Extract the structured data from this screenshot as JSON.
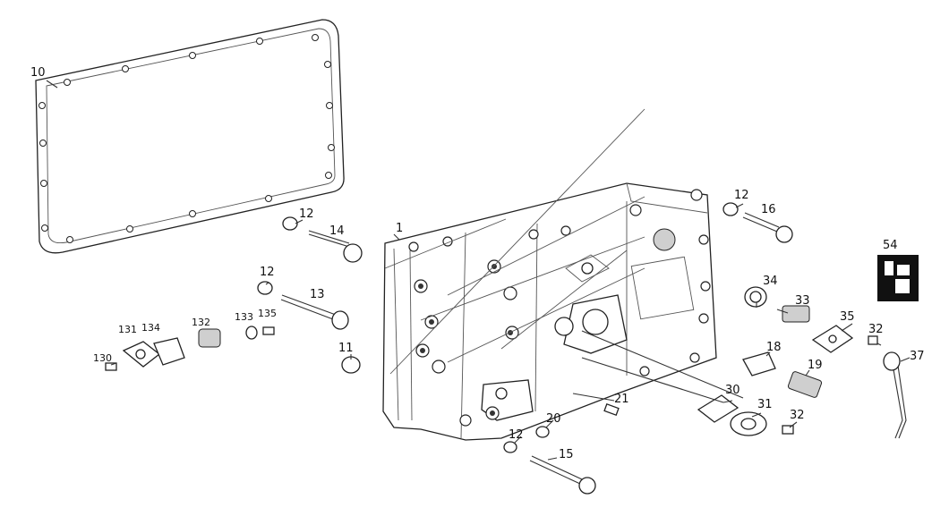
{
  "callouts": {
    "c10": "10",
    "c1": "1",
    "c12a": "12",
    "c14": "14",
    "c12b": "12",
    "c13": "13",
    "c11": "11",
    "c131": "131",
    "c134": "134",
    "c130": "130",
    "c132": "132",
    "c133": "133",
    "c135": "135",
    "c12c": "12",
    "c16": "16",
    "c54": "54",
    "c34": "34",
    "c33": "33",
    "c35": "35",
    "c32a": "32",
    "c37": "37",
    "c18": "18",
    "c19": "19",
    "c30": "30",
    "c31": "31",
    "c32b": "32",
    "c21": "21",
    "c20": "20",
    "c12d": "12",
    "c15": "15"
  }
}
